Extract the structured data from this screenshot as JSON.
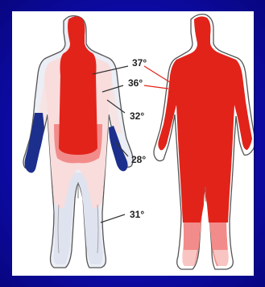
{
  "colors": {
    "background": "#0d0ba6",
    "panel": "#ffffff",
    "core_red": "#e2231a",
    "pale_pink": "#f9dcdc",
    "mid_pink": "#f28c8a",
    "cold_blue": "#1d2f8c",
    "light_blue_grey": "#dfe3ef",
    "outline": "#555555"
  },
  "labels": {
    "t37": "37°",
    "t36": "36°",
    "t32": "32°",
    "t28": "28°",
    "t31": "31°"
  }
}
